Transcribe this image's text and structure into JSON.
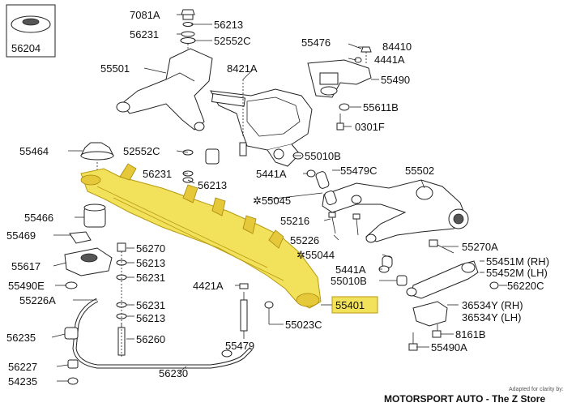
{
  "parts": {
    "p56204": "56204",
    "p7081A": "7081A",
    "p56213a": "56213",
    "p56231a": "56231",
    "p52552C_top": "52552C",
    "p55476": "55476",
    "p84410": "84410",
    "p4441A_top": "4441A",
    "p55490": "55490",
    "p55501": "55501",
    "p8421A": "8421A",
    "p55611B": "55611B",
    "p0301F": "0301F",
    "p55464": "55464",
    "p52552C_mid": "52552C",
    "p55010B_top": "55010B",
    "p56231b": "56231",
    "p5441A_top": "5441A",
    "p55479C": "55479C",
    "p55502": "55502",
    "p56213b": "56213",
    "p55045": "55045",
    "p55466": "55466",
    "p55216": "55216",
    "p55469": "55469",
    "p55226_mid": "55226",
    "p55270A": "55270A",
    "p56270": "56270",
    "p55044": "55044",
    "p55451M": "55451M (RH)",
    "p55617": "55617",
    "p56213c": "56213",
    "p5441A_low": "5441A",
    "p55452M": "55452M (LH)",
    "p55490E": "55490E",
    "p56231c": "56231",
    "p55010B_low": "55010B",
    "p56220C": "56220C",
    "p4421A": "4421A",
    "p55226A": "55226A",
    "p55401": "55401",
    "p56231d": "56231",
    "p36534Y_rh": "36534Y (RH)",
    "p36534Y_lh": "36534Y (LH)",
    "p56213d": "56213",
    "p55023C": "55023C",
    "p8161B": "8161B",
    "p56235": "56235",
    "p56260": "56260",
    "p55479": "55479",
    "p55490A": "55490A",
    "p56227": "56227",
    "p56230": "56230",
    "p54235": "54235"
  },
  "credit": {
    "small": "Adapted for clarity by:",
    "big": "MOTORSPORT AUTO - The Z Store"
  },
  "colors": {
    "highlight": "#f2e15a",
    "line": "#222222"
  },
  "highlighted_part": "55401"
}
